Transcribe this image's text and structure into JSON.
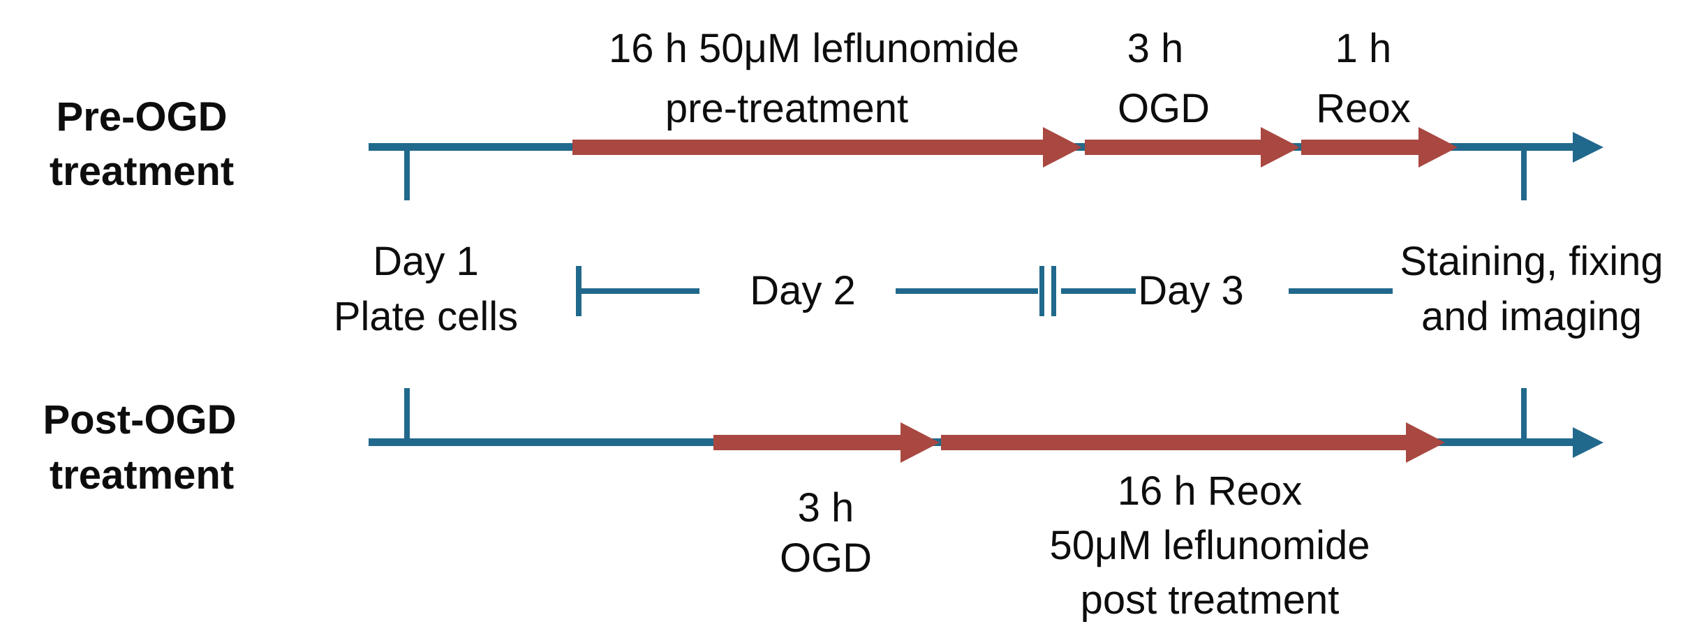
{
  "diagram": {
    "pre_row": {
      "label": [
        "Pre-OGD",
        "treatment"
      ],
      "annotations": [
        {
          "line1": "16 h 50μM leflunomide",
          "line2": "pre-treatment"
        },
        {
          "line1": "3 h",
          "line2": "OGD"
        },
        {
          "line1": "1 h",
          "line2": "Reox"
        }
      ]
    },
    "post_row": {
      "label": [
        "Post-OGD",
        "treatment"
      ],
      "annotations": [
        {
          "line1": "3 h",
          "line2": "OGD"
        },
        {
          "line1": "16 h Reox",
          "line2": "50μM leflunomide",
          "line3": "post treatment"
        }
      ]
    },
    "day_axis": {
      "day1": {
        "line1": "Day 1",
        "line2": "Plate cells"
      },
      "day2": "Day 2",
      "day3": "Day 3",
      "endpoint": {
        "line1": "Staining, fixing",
        "line2": "and imaging"
      }
    },
    "colors": {
      "timeline_blue": "#21698c",
      "treatment_arrow_red": "#a94741",
      "text": "#0d0d0d"
    }
  }
}
